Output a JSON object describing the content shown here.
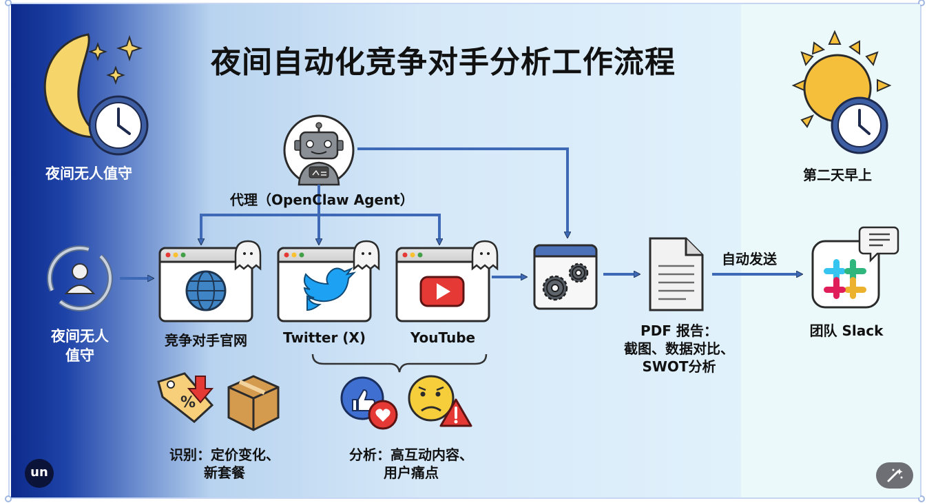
{
  "title": "夜间自动化竞争对手分析工作流程",
  "night_label": "夜间无人值守",
  "morning_label": "第二天早上",
  "agent_label": "代理（OpenClaw Agent）",
  "left_user_label": [
    "夜间无人",
    "值守"
  ],
  "sources": [
    {
      "label": "竞争对手官网",
      "icon": "globe-icon"
    },
    {
      "label": "Twitter (X)",
      "icon": "twitter-bird-icon"
    },
    {
      "label": "YouTube",
      "icon": "youtube-play-icon"
    }
  ],
  "identify_label": [
    "识别：定价变化、",
    "新套餐"
  ],
  "analyze_label": [
    "分析：高互动内容、",
    "用户痛点"
  ],
  "pdf_label": [
    "PDF 报告：",
    "截图、数据对比、",
    "SWOT分析"
  ],
  "auto_send_label": "自动发送",
  "slack_label": "团队 Slack",
  "logo_text": "un",
  "colors": {
    "arrow": "#3d69b6",
    "arrow_outline": "#23375a",
    "moon": "#f6d66a",
    "sun": "#f5bf3b",
    "slack_red": "#e01e5a",
    "slack_green": "#2eb67d",
    "slack_blue": "#36c5f0",
    "slack_yellow": "#ecb22e",
    "youtube_red": "#e53935",
    "twitter_blue": "#1da1f2"
  }
}
